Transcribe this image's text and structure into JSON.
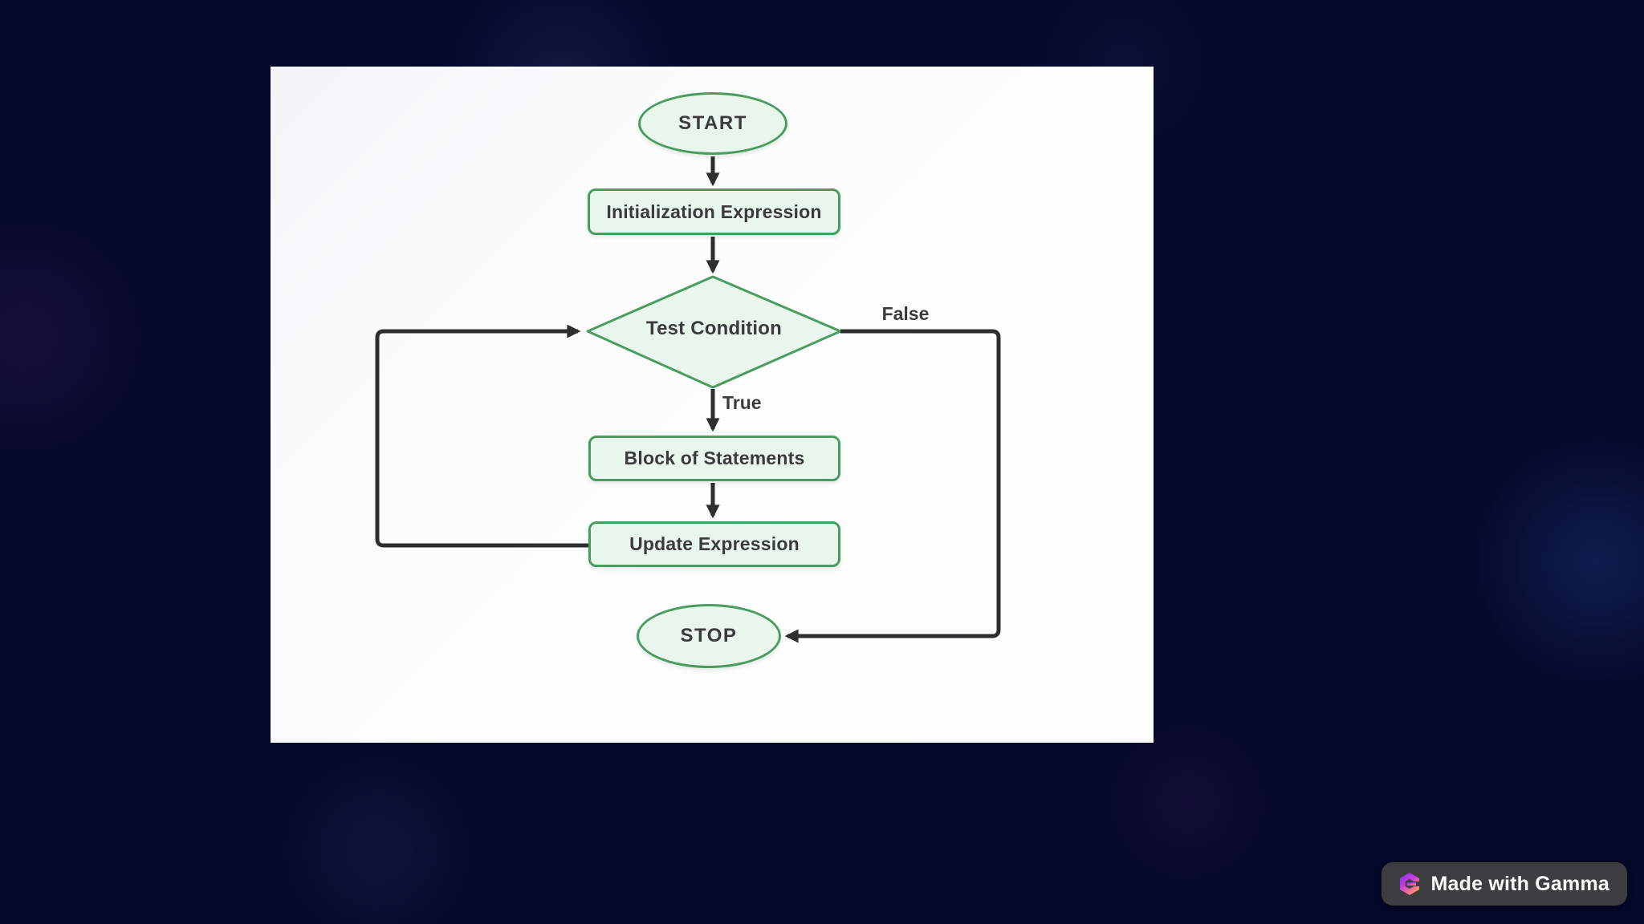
{
  "flowchart": {
    "nodes": {
      "start": {
        "label": "START",
        "type": "terminator"
      },
      "init": {
        "label": "Initialization Expression",
        "type": "process"
      },
      "test": {
        "label": "Test Condition",
        "type": "decision"
      },
      "block": {
        "label": "Block of Statements",
        "type": "process"
      },
      "update": {
        "label": "Update Expression",
        "type": "process"
      },
      "stop": {
        "label": "STOP",
        "type": "terminator"
      }
    },
    "edges": {
      "true_label": "True",
      "false_label": "False"
    }
  },
  "badge": {
    "label": "Made with Gamma",
    "logo": "gamma-logo"
  },
  "colors": {
    "background": "#050829",
    "panel": "#fcfdfd",
    "node_fill": "#e9f6ec",
    "node_border": "#4a9c60",
    "connector": "#2e2e2e",
    "text": "#3b3b3b",
    "badge_bg": "#3d3d40",
    "badge_text": "#fafafa"
  }
}
